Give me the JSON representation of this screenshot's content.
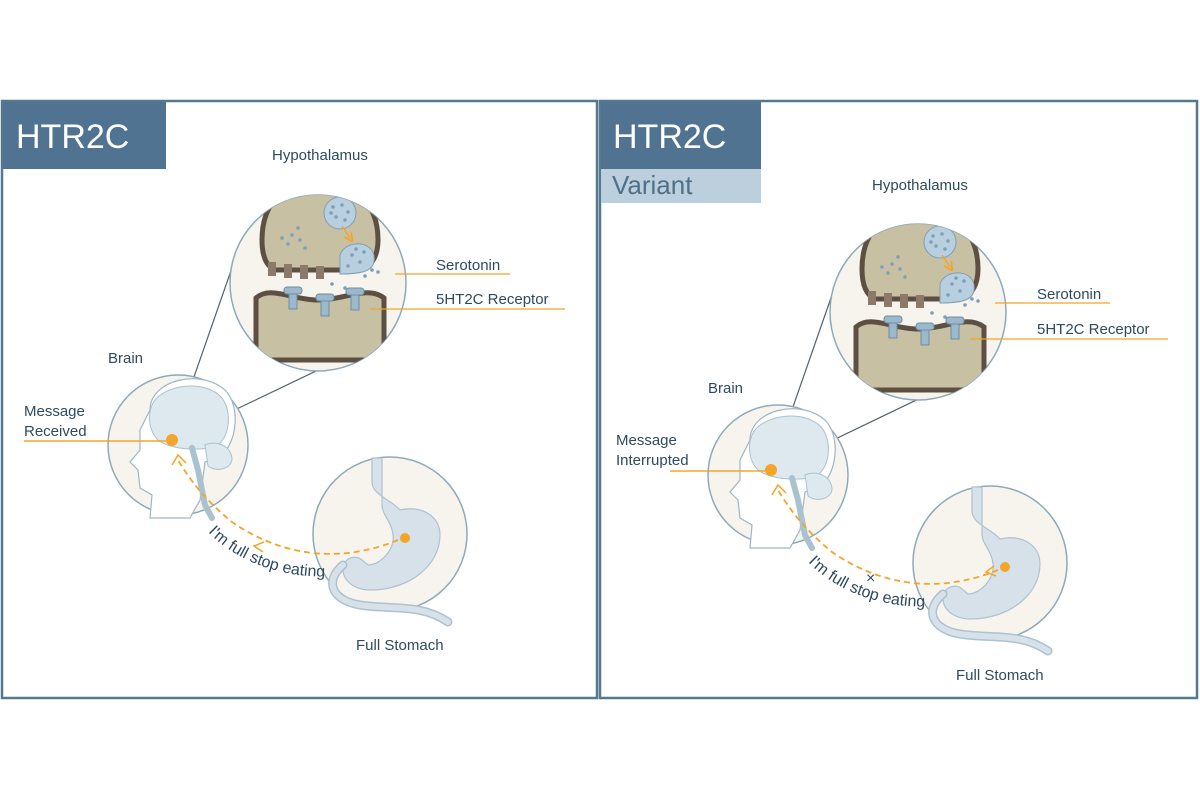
{
  "colors": {
    "frame": "#55788f",
    "header_bg": "#4f7390",
    "variant_bg": "#bccfdc",
    "accent_orange": "#f3a52a",
    "text": "#2e4a5e",
    "cell_fill": "#c8c0a3",
    "cell_dark": "#5d5042",
    "vesicle": "#b8cfe0",
    "organ_fill": "#d6e1ea",
    "circle_bg": "#f6f4ed"
  },
  "panels": [
    {
      "title": "HTR2C",
      "hypothalamus_label": "Hypothalamus",
      "serotonin_label": "Serotonin",
      "receptor_label": "5HT2C Receptor",
      "brain_label": "Brain",
      "message_line1": "Message",
      "message_line2": "Received",
      "signal_text": "I'm full stop eating",
      "stomach_label": "Full Stomach"
    },
    {
      "title": "HTR2C",
      "subtitle": "Variant",
      "hypothalamus_label": "Hypothalamus",
      "serotonin_label": "Serotonin",
      "receptor_label": "5HT2C Receptor",
      "brain_label": "Brain",
      "message_line1": "Message",
      "message_line2": "Interrupted",
      "signal_text": "I'm full stop eating",
      "interrupt_mark": "×",
      "stomach_label": "Full Stomach"
    }
  ]
}
